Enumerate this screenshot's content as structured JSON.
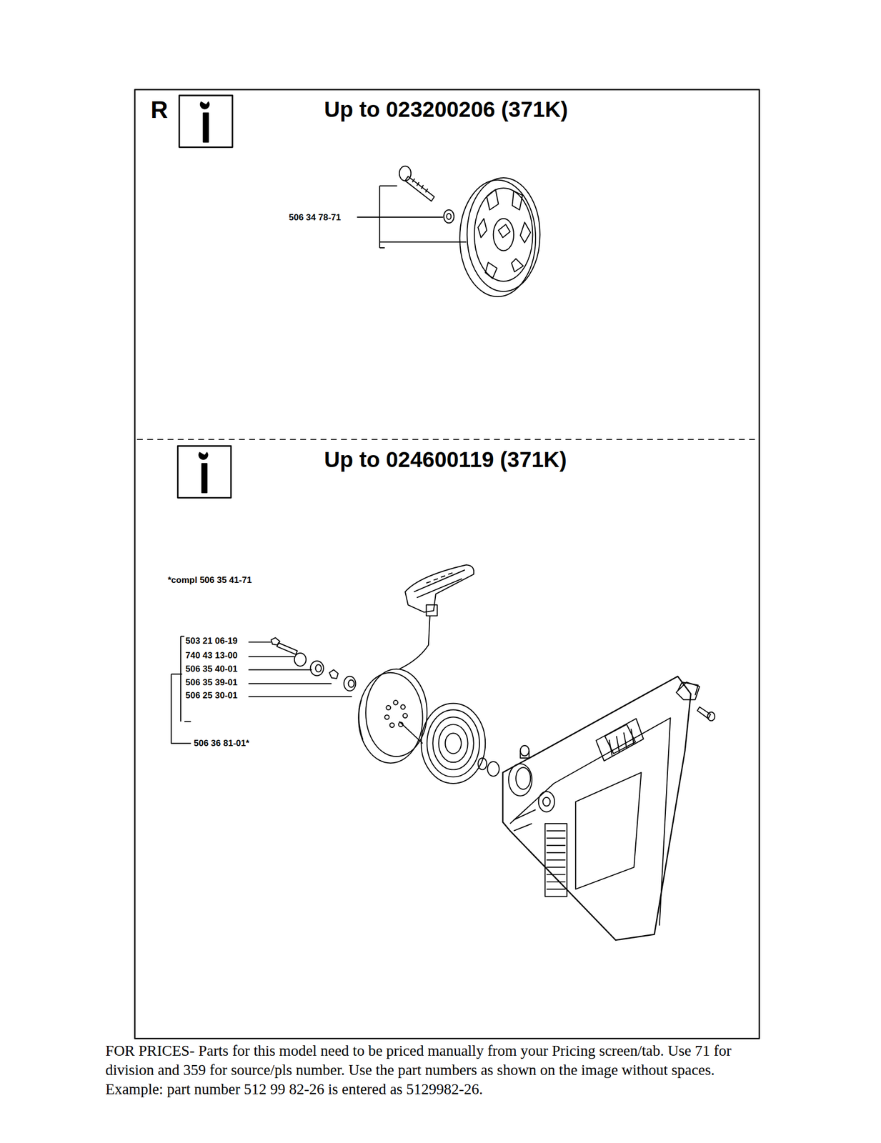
{
  "diagram": {
    "caption": "FOR PRICES- Parts for this model need to be priced manually from your Pricing screen/tab. Use 71 for division and 359 for source/pls number. Use the part numbers as shown on the image without spaces. Example: part number 512 99 82-26 is entered as 5129982-26.",
    "labels": [
      "R",
      "Up to 023200206 (371K)",
      "506 34 78-71",
      "Up to 024600119 (371K)",
      "*compl 506 35 41-71",
      "503 21 06-19",
      "740 43 13-00",
      "506 35 40-01",
      "506 35 39-01",
      "506 25 30-01",
      "506 36 81-01*"
    ]
  }
}
